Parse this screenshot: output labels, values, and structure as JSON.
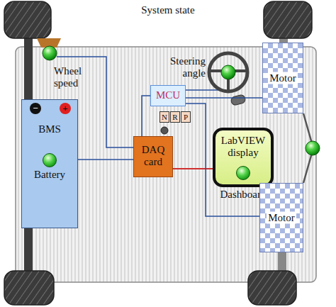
{
  "diagram": {
    "title": "System state",
    "nodes": [
      {
        "text": [
          "BMS",
          "Battery"
        ]
      },
      {
        "text": [
          "MCU"
        ]
      },
      {
        "text": [
          "Motor"
        ]
      },
      {
        "text": [
          "N"
        ]
      },
      {
        "text": [
          "R"
        ]
      },
      {
        "text": [
          "P"
        ]
      },
      {
        "text": [
          "DAQ card"
        ]
      },
      {
        "text": [
          "LabVIEW display",
          "Dashboard"
        ]
      },
      {
        "text": [
          "Motor"
        ]
      }
    ],
    "edges": [
      {
        "from": 0,
        "to": 6,
        "arrow": "none"
      },
      {
        "from": 6,
        "to": 7,
        "arrow": "none"
      },
      {
        "from": 6,
        "to": 1,
        "arrow": "none"
      },
      {
        "from": 1,
        "to": 2,
        "arrow": "none"
      },
      {
        "from": 1,
        "to": 8,
        "arrow": "none"
      }
    ],
    "labels": [
      "Wheel speed",
      "Steering angle",
      "−",
      "+"
    ]
  }
}
